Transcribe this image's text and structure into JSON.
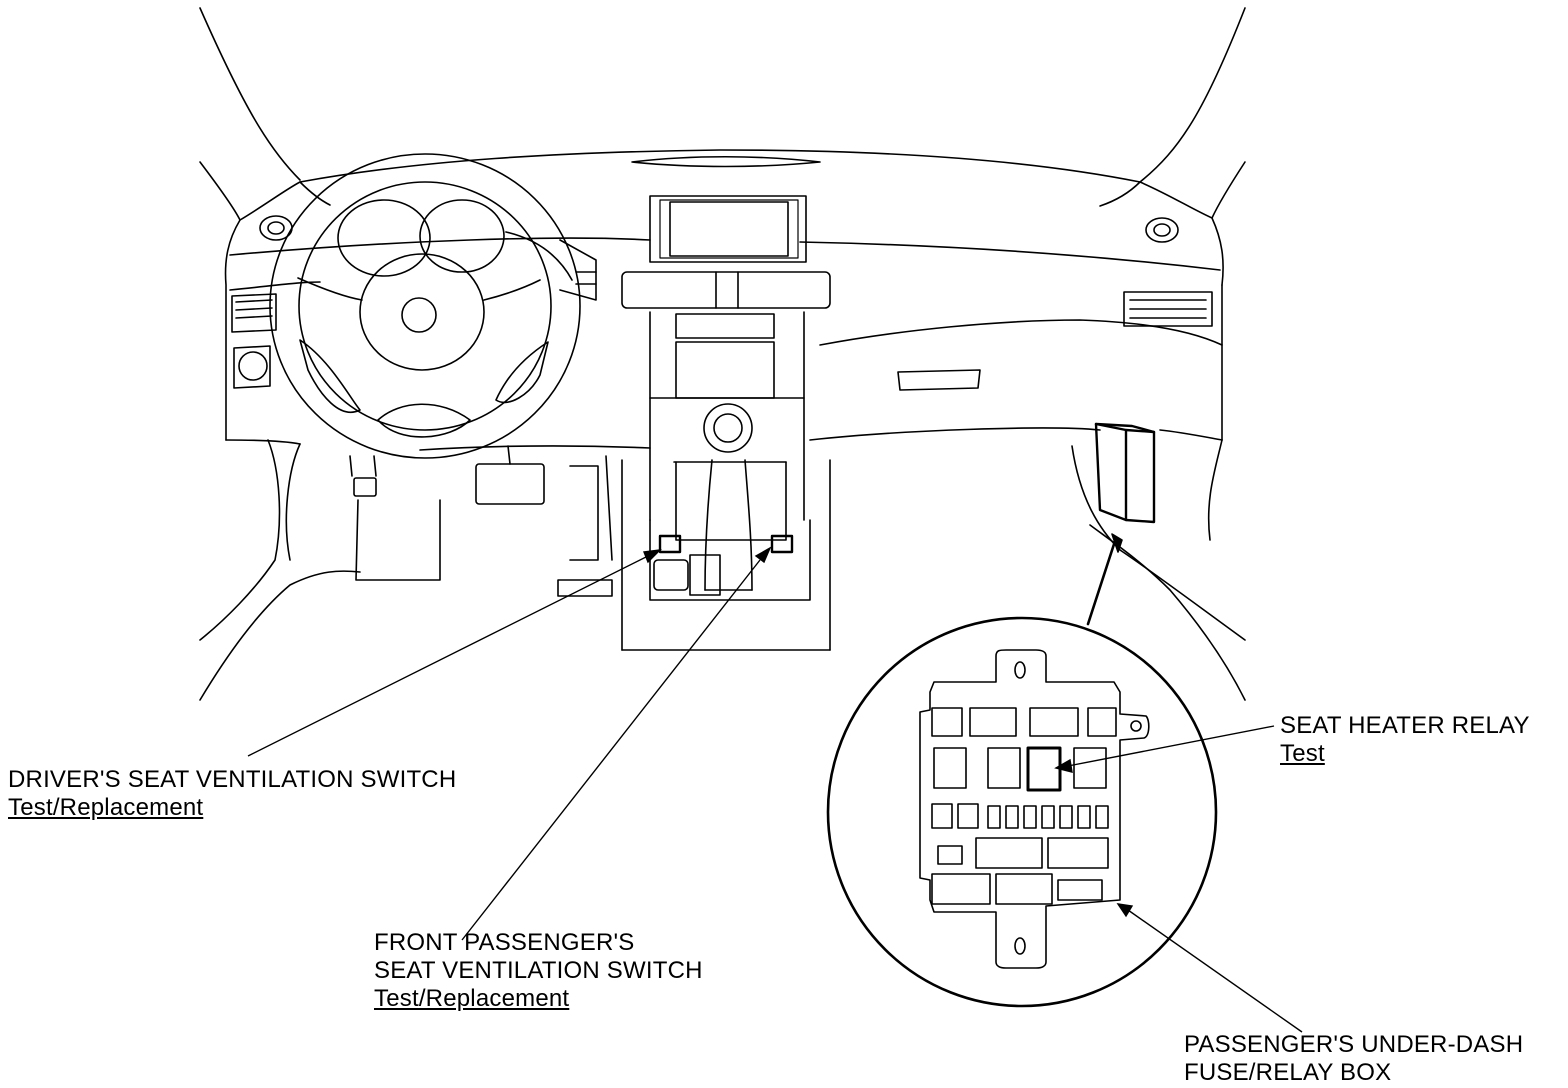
{
  "callouts": {
    "driver_switch": {
      "title": "DRIVER'S SEAT VENTILATION SWITCH",
      "link": "Test/Replacement"
    },
    "passenger_switch": {
      "title_line1": "FRONT PASSENGER'S",
      "title_line2": "SEAT VENTILATION SWITCH",
      "link": "Test/Replacement"
    },
    "seat_heater_relay": {
      "title": "SEAT HEATER RELAY",
      "link": "Test"
    },
    "fuse_box": {
      "title_line1": "PASSENGER'S UNDER-DASH",
      "title_line2": "FUSE/RELAY BOX"
    }
  }
}
